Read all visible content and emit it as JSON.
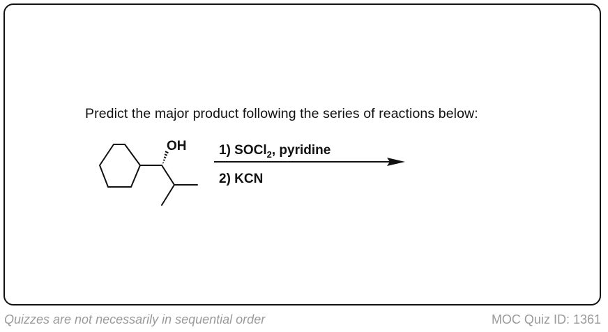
{
  "question": {
    "prompt": "Predict the major product following the series of reactions below:"
  },
  "molecule": {
    "hydroxyl_label": "OH"
  },
  "reaction": {
    "step1_prefix": "1) SOCl",
    "step1_subscript": "2",
    "step1_suffix": ", pyridine",
    "step2": "2) KCN"
  },
  "footer": {
    "note": "Quizzes are not necessarily in sequential order",
    "quiz_id": "MOC Quiz ID: 1361"
  },
  "colors": {
    "ink": "#111111",
    "footer_text": "#9a9a9a",
    "border": "#111111"
  }
}
